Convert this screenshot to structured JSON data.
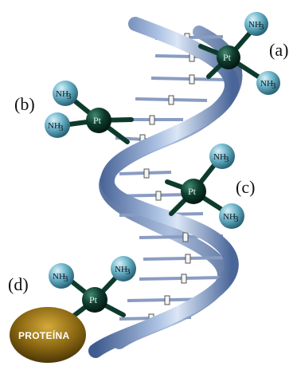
{
  "figure": {
    "labels": {
      "a": "(a)",
      "b": "(b)",
      "c": "(c)",
      "d": "(d)"
    },
    "platinum": "Pt",
    "ammine": {
      "base": "NH",
      "subscript": "3"
    },
    "protein": "PROTEÍNA"
  },
  "colors": {
    "helix_dark": "#4a6699",
    "helix_light": "#c9d7ee",
    "rung": "#7a8fb8",
    "pt_fill": "#0d3a2c",
    "nh3_fill": "#5ea6bd",
    "protein_fill": "#7a5a0c"
  }
}
